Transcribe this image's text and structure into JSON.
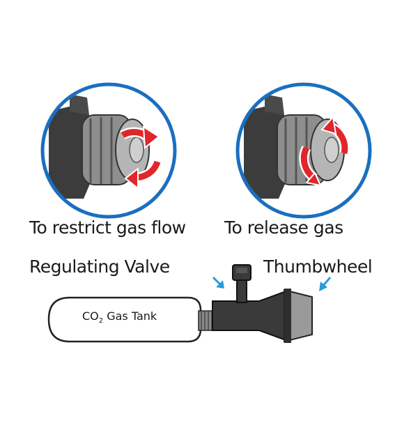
{
  "captions": {
    "restrict": "To restrict gas flow",
    "release": "To release gas",
    "valve": "Regulating Valve",
    "thumbwheel": "Thumbwheel"
  },
  "tank": {
    "co": "CO",
    "sub": "2",
    "rest": " Gas Tank"
  },
  "colors": {
    "circle_ring": "#1a6fc0",
    "arrow_red": "#e0262b",
    "body_dark": "#3a3a3a",
    "knob_grey": "#9a9a9a",
    "indicator_blue": "#2a9bd8"
  },
  "icons": {
    "rotate_arrows": "circular-rotation-arrows",
    "pointer": "small-blue-pointer-arrow"
  }
}
